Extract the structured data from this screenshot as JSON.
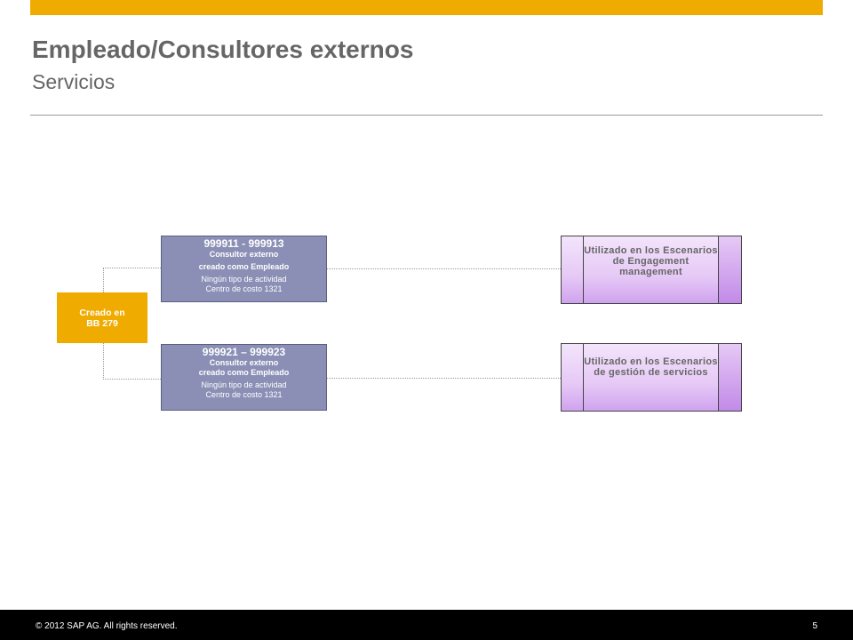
{
  "header": {
    "title": "Empleado/Consultores externos",
    "subtitle": "Servicios",
    "accent_color": "#f0ab00"
  },
  "diagram": {
    "source": {
      "line1": "Creado en",
      "line2": "BB 279"
    },
    "employees": [
      {
        "range": "999911 - 999913",
        "line1": "Consultor externo",
        "line2": "creado como Empleado",
        "line3": "Ningún tipo de actividad",
        "line4": "Centro de costo 1321"
      },
      {
        "range": "999921 – 999923",
        "line1": "Consultor externo",
        "line2": "creado como Empleado",
        "line3": "Ningún tipo de actividad",
        "line4": "Centro de costo 1321"
      }
    ],
    "usages": [
      {
        "text": "Utilizado en los Escenarios de Engagement management"
      },
      {
        "text": "Utilizado en los Escenarios de gestión de servicios"
      }
    ]
  },
  "footer": {
    "copyright": "© 2012 SAP AG. All rights reserved.",
    "page_number": "5"
  }
}
